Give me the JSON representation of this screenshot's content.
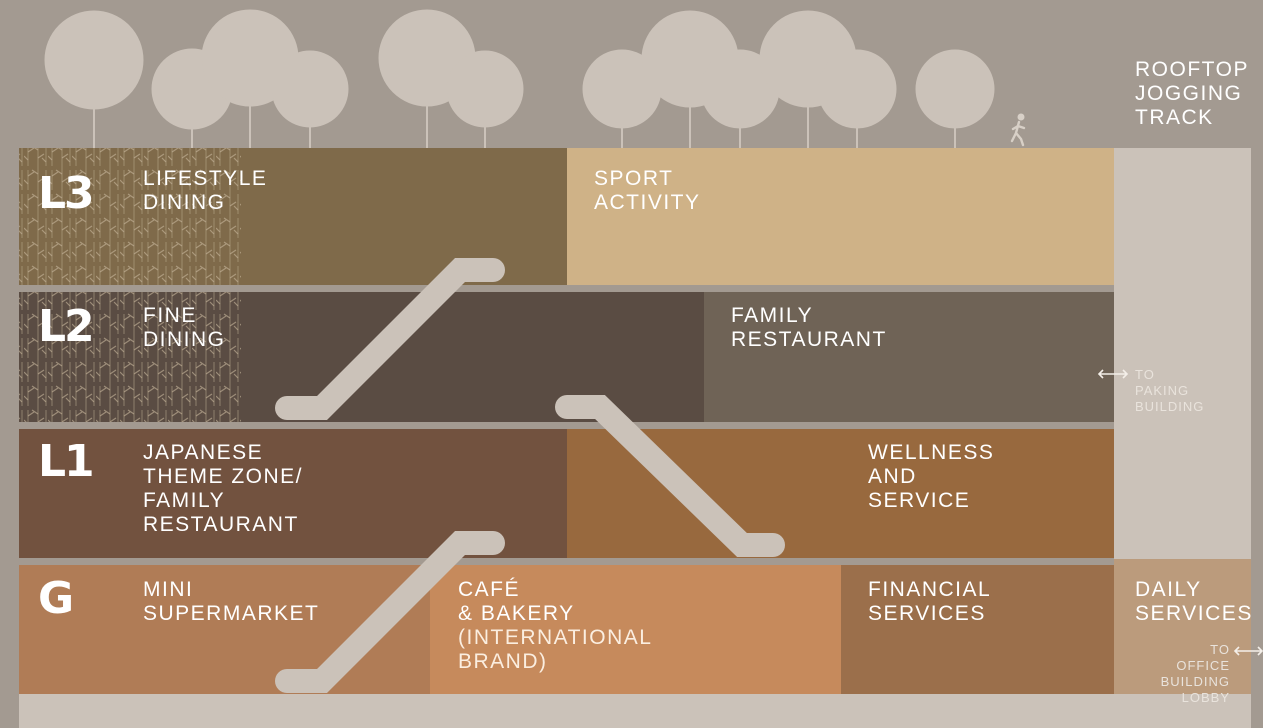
{
  "rooftop": {
    "label": "ROOFTOP\nJOGGING\nTRACK"
  },
  "levels": {
    "l3": {
      "tag": "L3",
      "zone_a": "LIFESTYLE\nDINING",
      "zone_b": "SPORT\nACTIVITY"
    },
    "l2": {
      "tag": "L2",
      "zone_a": "FINE\nDINING",
      "zone_b": "FAMILY\nRESTAURANT"
    },
    "l1": {
      "tag": "L1",
      "zone_a": "JAPANESE\nTHEME ZONE/\nFAMILY\nRESTAURANT",
      "zone_b": "WELLNESS\nAND\nSERVICE"
    },
    "g": {
      "tag": "G",
      "zone_a": "MINI\nSUPERMARKET",
      "zone_b_title": "CAFÉ\n& BAKERY",
      "zone_b_sub": "(INTERNATIONAL\nBRAND)",
      "zone_c": "FINANCIAL\nSERVICES",
      "zone_d": "DAILY\nSERVICES"
    }
  },
  "links": {
    "parking": "TO\nPAKING\nBUILDING",
    "office": "TO\nOFFICE BUILDING\nLOBBY"
  },
  "icons": [
    "jogger-icon",
    "double-arrow-icon",
    "tree-icon",
    "escalator-icon"
  ],
  "colors": {
    "background": "#a39a91",
    "tree": "#cbc2b9",
    "escalator": "#cbc2b9",
    "l3_lifestyle": "#7f6a4a",
    "l3_sport": "#cfb287",
    "l2_fine": "#5a4c43",
    "l2_family": "#6f6356",
    "l1_japanese": "#72523f",
    "l1_wellness": "#98693e",
    "g_market": "#b07c56",
    "g_cafe": "#c68a5c",
    "g_financial": "#9b6f4b",
    "g_daily": "#bb9b7c",
    "side_column": "#cbc2b9",
    "base_band": "#cbc2b9"
  }
}
